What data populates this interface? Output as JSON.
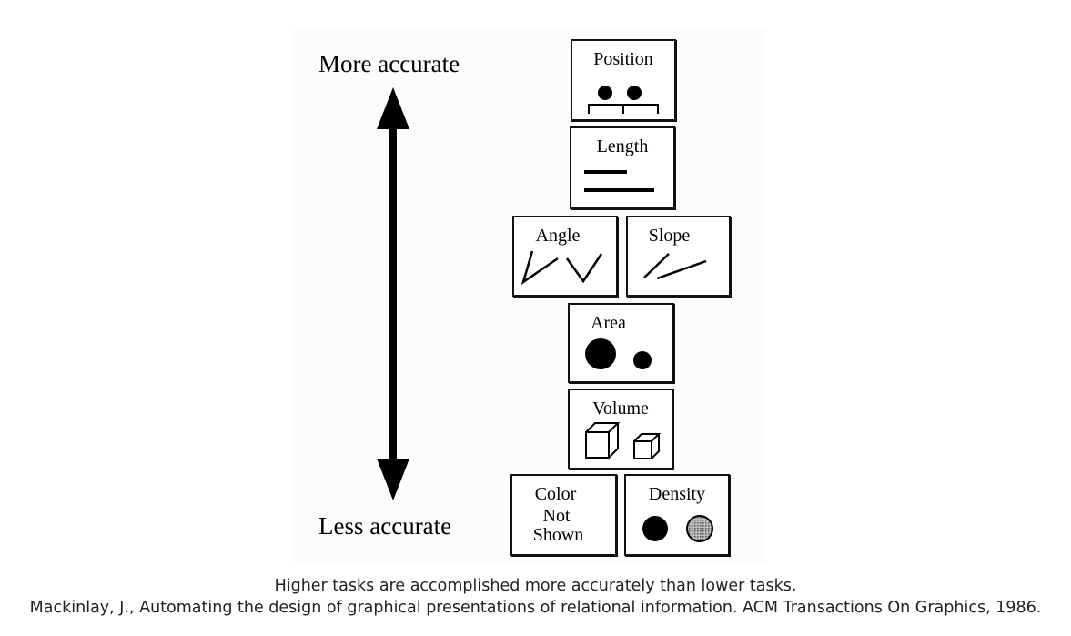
{
  "diagram": {
    "more_label": "More accurate",
    "less_label": "Less accurate",
    "boxes": {
      "position": "Position",
      "length": "Length",
      "angle": "Angle",
      "slope": "Slope",
      "area": "Area",
      "volume": "Volume",
      "color_title": "Color",
      "color_not": "Not",
      "color_shown": "Shown",
      "density": "Density"
    },
    "colors": {
      "ink": "#000000",
      "density_gray": "#999999"
    }
  },
  "caption": {
    "line1": "Higher tasks are accomplished more accurately than lower tasks.",
    "line2": "Mackinlay, J., Automating the design of graphical presentations of relational information. ACM Transactions On Graphics, 1986."
  }
}
